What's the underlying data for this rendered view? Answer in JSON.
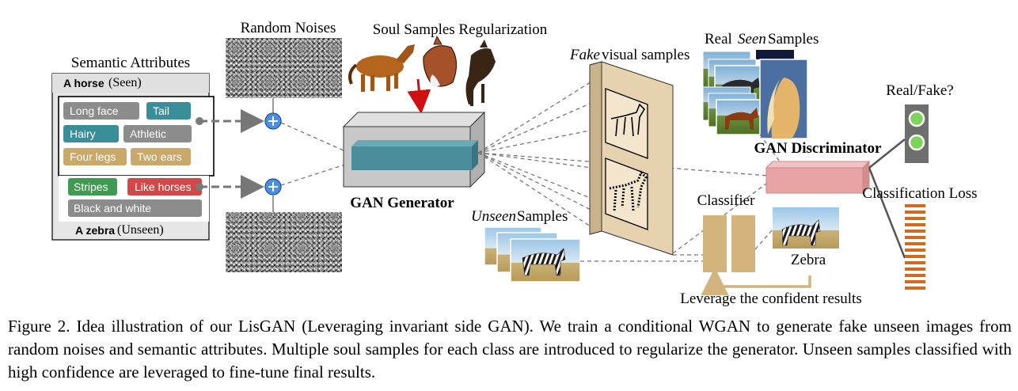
{
  "labels": {
    "random_noises": "Random Noises",
    "soul_samples": "Soul Samples Regularization",
    "semantic_attributes": "Semantic Attributes",
    "horse_name": "A horse",
    "horse_tag": "(Seen)",
    "zebra_name": "A zebra",
    "zebra_tag": "(Unseen)",
    "gan_generator": "GAN Generator",
    "fake_samples_italic": "Fake",
    "fake_samples_rest": " visual samples",
    "real_samples_prefix": "Real ",
    "real_samples_italic": "Seen",
    "real_samples_suffix": " Samples",
    "gan_discriminator": "GAN Discriminator",
    "real_fake": "Real/Fake?",
    "classification_loss": "Classification Loss",
    "classifier": "Classifier",
    "unseen_samples_italic": "Unseen",
    "unseen_samples_rest": " Samples",
    "zebra_result": "Zebra",
    "leverage": "Leverage the confident results"
  },
  "horse_attributes": [
    "Long face",
    "Tail",
    "Hairy",
    "Athletic",
    "Four legs",
    "Two ears"
  ],
  "zebra_attributes": [
    "Stripes",
    "Like horses",
    "Black and white"
  ],
  "colors": {
    "gray_pill": "#8c8c8c",
    "teal_pill": "#3a8e9a",
    "tan_pill": "#c9a86a",
    "green_pill": "#3f9a52",
    "red_pill": "#d04848",
    "generator_box": "#c8c8c8",
    "generator_inner": "#4a8e9c",
    "fake_panel": "#e6d2ae",
    "discriminator": "#e8a4a4",
    "classifier": "#d2b47c",
    "loss_bars": "#d2691e",
    "red_text": "#c00000",
    "arrow_tan": "#d2b47c"
  },
  "caption": "Figure 2. Idea illustration of our LisGAN (Leveraging invariant side GAN). We train a conditional WGAN to generate fake unseen images from random noises and semantic attributes. Multiple soul samples for each class are introduced to regularize the generator. Unseen samples classified with high confidence are leveraged to fine-tune final results."
}
